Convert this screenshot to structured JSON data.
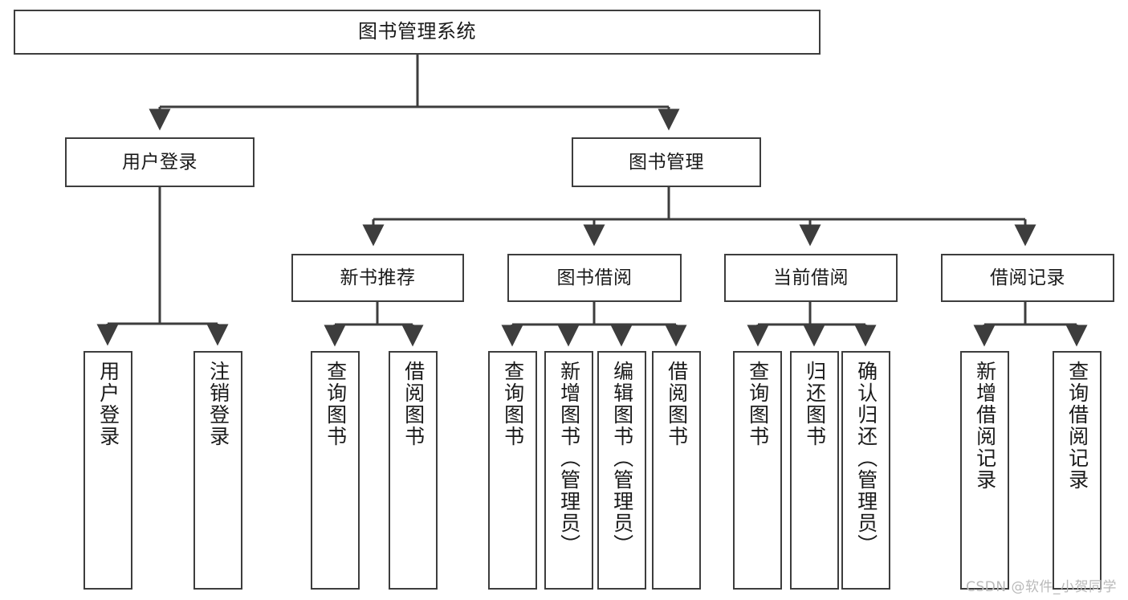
{
  "diagram": {
    "type": "tree",
    "title": "图书管理系统",
    "orientation": "top-down",
    "colors": {
      "box_border": "#3d3d3d",
      "box_fill": "#ffffff",
      "edge": "#3d3d3d",
      "text": "#1a1a1a",
      "watermark": "#b9b9b9"
    },
    "root": {
      "label": "图书管理系统"
    },
    "level2": [
      {
        "label": "用户登录"
      },
      {
        "label": "图书管理"
      }
    ],
    "level3": [
      {
        "label": "新书推荐"
      },
      {
        "label": "图书借阅"
      },
      {
        "label": "当前借阅"
      },
      {
        "label": "借阅记录"
      }
    ],
    "leaves": {
      "user_login": [
        {
          "label": "用户登录"
        },
        {
          "label": "注销登录"
        }
      ],
      "new_book_recommend": [
        {
          "label": "查询图书"
        },
        {
          "label": "借阅图书"
        }
      ],
      "book_borrow": [
        {
          "label": "查询图书"
        },
        {
          "label": "新增图书（管理员）"
        },
        {
          "label": "编辑图书（管理员）"
        },
        {
          "label": "借阅图书"
        }
      ],
      "current_borrow": [
        {
          "label": "查询图书"
        },
        {
          "label": "归还图书"
        },
        {
          "label": "确认归还（管理员）"
        }
      ],
      "borrow_record": [
        {
          "label": "新增借阅记录"
        },
        {
          "label": "查询借阅记录"
        }
      ]
    }
  },
  "watermark": {
    "text": "CSDN @软件_小贺同学"
  }
}
